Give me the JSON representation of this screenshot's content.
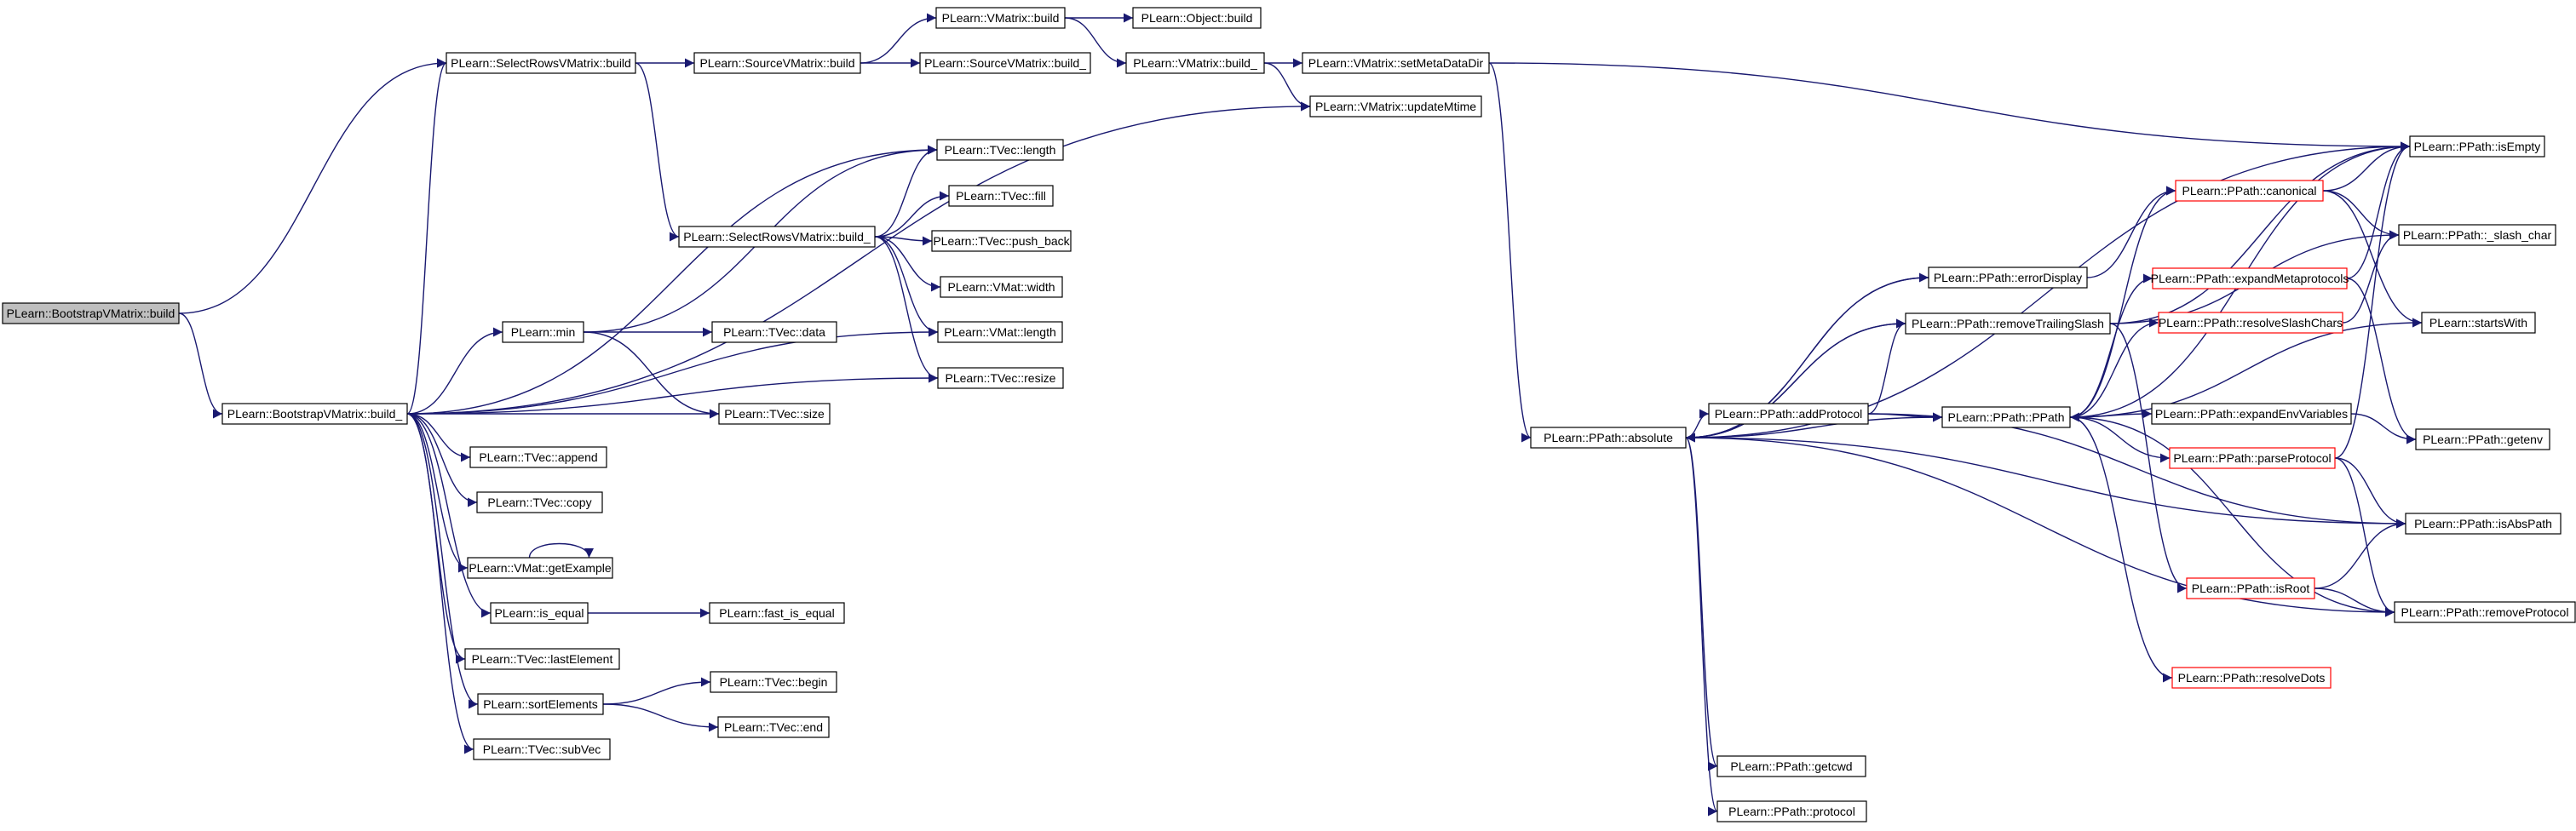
{
  "diagram": {
    "colors": {
      "edge": "#191970",
      "box_border": "#000000",
      "highlight_border": "#ff0000",
      "root_fill": "#bfbfbf",
      "box_fill": "#ffffff"
    },
    "nodes": [
      {
        "id": "root",
        "label": "PLearn::BootstrapVMatrix::build",
        "style": "root"
      },
      {
        "id": "bvm_build_",
        "label": "PLearn::BootstrapVMatrix::build_",
        "style": "normal"
      },
      {
        "id": "srvm_build",
        "label": "PLearn::SelectRowsVMatrix::build",
        "style": "normal"
      },
      {
        "id": "svm_build",
        "label": "PLearn::SourceVMatrix::build",
        "style": "normal"
      },
      {
        "id": "svm_build_",
        "label": "PLearn::SourceVMatrix::build_",
        "style": "normal"
      },
      {
        "id": "vm_build",
        "label": "PLearn::VMatrix::build",
        "style": "normal"
      },
      {
        "id": "obj_build",
        "label": "PLearn::Object::build",
        "style": "normal"
      },
      {
        "id": "vm_build_",
        "label": "PLearn::VMatrix::build_",
        "style": "normal"
      },
      {
        "id": "setmeta",
        "label": "PLearn::VMatrix::setMetaDataDir",
        "style": "normal"
      },
      {
        "id": "updmtime",
        "label": "PLearn::VMatrix::updateMtime",
        "style": "normal"
      },
      {
        "id": "tv_length",
        "label": "PLearn::TVec::length",
        "style": "normal"
      },
      {
        "id": "tv_fill",
        "label": "PLearn::TVec::fill",
        "style": "normal"
      },
      {
        "id": "srvm_build_",
        "label": "PLearn::SelectRowsVMatrix::build_",
        "style": "normal"
      },
      {
        "id": "tv_push",
        "label": "PLearn::TVec::push_back",
        "style": "normal"
      },
      {
        "id": "vmat_width",
        "label": "PLearn::VMat::width",
        "style": "normal"
      },
      {
        "id": "min",
        "label": "PLearn::min",
        "style": "normal"
      },
      {
        "id": "tv_data",
        "label": "PLearn::TVec::data",
        "style": "normal"
      },
      {
        "id": "vmat_length",
        "label": "PLearn::VMat::length",
        "style": "normal"
      },
      {
        "id": "tv_resize",
        "label": "PLearn::TVec::resize",
        "style": "normal"
      },
      {
        "id": "tv_size",
        "label": "PLearn::TVec::size",
        "style": "normal"
      },
      {
        "id": "tv_append",
        "label": "PLearn::TVec::append",
        "style": "normal"
      },
      {
        "id": "tv_copy",
        "label": "PLearn::TVec::copy",
        "style": "normal"
      },
      {
        "id": "getexample",
        "label": "PLearn::VMat::getExample",
        "style": "normal"
      },
      {
        "id": "is_equal",
        "label": "PLearn::is_equal",
        "style": "normal"
      },
      {
        "id": "fast_is_equal",
        "label": "PLearn::fast_is_equal",
        "style": "normal"
      },
      {
        "id": "tv_last",
        "label": "PLearn::TVec::lastElement",
        "style": "normal"
      },
      {
        "id": "sortel",
        "label": "PLearn::sortElements",
        "style": "normal"
      },
      {
        "id": "tv_begin",
        "label": "PLearn::TVec::begin",
        "style": "normal"
      },
      {
        "id": "tv_end",
        "label": "PLearn::TVec::end",
        "style": "normal"
      },
      {
        "id": "tv_subvec",
        "label": "PLearn::TVec::subVec",
        "style": "normal"
      },
      {
        "id": "pp_absolute",
        "label": "PLearn::PPath::absolute",
        "style": "normal"
      },
      {
        "id": "pp_errdisp",
        "label": "PLearn::PPath::errorDisplay",
        "style": "normal"
      },
      {
        "id": "pp_remtrail",
        "label": "PLearn::PPath::removeTrailingSlash",
        "style": "normal"
      },
      {
        "id": "pp_addproto",
        "label": "PLearn::PPath::addProtocol",
        "style": "normal"
      },
      {
        "id": "pp_ppath",
        "label": "PLearn::PPath::PPath",
        "style": "normal"
      },
      {
        "id": "pp_getcwd",
        "label": "PLearn::PPath::getcwd",
        "style": "normal"
      },
      {
        "id": "pp_protocol",
        "label": "PLearn::PPath::protocol",
        "style": "normal"
      },
      {
        "id": "pp_canonical",
        "label": "PLearn::PPath::canonical",
        "style": "highlight"
      },
      {
        "id": "pp_expmeta",
        "label": "PLearn::PPath::expandMetaprotocols",
        "style": "highlight"
      },
      {
        "id": "pp_resslash",
        "label": "PLearn::PPath::resolveSlashChars",
        "style": "highlight"
      },
      {
        "id": "pp_expenv",
        "label": "PLearn::PPath::expandEnvVariables",
        "style": "normal"
      },
      {
        "id": "pp_parseproto",
        "label": "PLearn::PPath::parseProtocol",
        "style": "highlight"
      },
      {
        "id": "pp_isroot",
        "label": "PLearn::PPath::isRoot",
        "style": "highlight"
      },
      {
        "id": "pp_resdots",
        "label": "PLearn::PPath::resolveDots",
        "style": "highlight"
      },
      {
        "id": "pp_isempty",
        "label": "PLearn::PPath::isEmpty",
        "style": "normal"
      },
      {
        "id": "pp_slashchar",
        "label": "PLearn::PPath::_slash_char",
        "style": "normal"
      },
      {
        "id": "startswith",
        "label": "PLearn::startsWith",
        "style": "normal"
      },
      {
        "id": "pp_getenv",
        "label": "PLearn::PPath::getenv",
        "style": "normal"
      },
      {
        "id": "pp_isabs",
        "label": "PLearn::PPath::isAbsPath",
        "style": "normal"
      },
      {
        "id": "pp_remproto",
        "label": "PLearn::PPath::removeProtocol",
        "style": "normal"
      }
    ],
    "edges": [
      [
        "root",
        "srvm_build"
      ],
      [
        "root",
        "bvm_build_"
      ],
      [
        "srvm_build",
        "svm_build"
      ],
      [
        "srvm_build",
        "srvm_build_"
      ],
      [
        "svm_build",
        "vm_build"
      ],
      [
        "svm_build",
        "svm_build_"
      ],
      [
        "vm_build",
        "obj_build"
      ],
      [
        "vm_build",
        "vm_build_"
      ],
      [
        "vm_build_",
        "setmeta"
      ],
      [
        "vm_build_",
        "updmtime"
      ],
      [
        "setmeta",
        "pp_isempty"
      ],
      [
        "setmeta",
        "pp_absolute"
      ],
      [
        "bvm_build_",
        "srvm_build"
      ],
      [
        "bvm_build_",
        "updmtime"
      ],
      [
        "bvm_build_",
        "tv_length"
      ],
      [
        "bvm_build_",
        "vmat_length"
      ],
      [
        "bvm_build_",
        "min"
      ],
      [
        "bvm_build_",
        "tv_resize"
      ],
      [
        "bvm_build_",
        "tv_size"
      ],
      [
        "bvm_build_",
        "tv_append"
      ],
      [
        "bvm_build_",
        "tv_copy"
      ],
      [
        "bvm_build_",
        "getexample"
      ],
      [
        "bvm_build_",
        "is_equal"
      ],
      [
        "bvm_build_",
        "tv_last"
      ],
      [
        "bvm_build_",
        "sortel"
      ],
      [
        "bvm_build_",
        "tv_subvec"
      ],
      [
        "srvm_build_",
        "tv_length"
      ],
      [
        "srvm_build_",
        "tv_fill"
      ],
      [
        "srvm_build_",
        "tv_push"
      ],
      [
        "srvm_build_",
        "vmat_width"
      ],
      [
        "srvm_build_",
        "vmat_length"
      ],
      [
        "srvm_build_",
        "tv_resize"
      ],
      [
        "min",
        "tv_length"
      ],
      [
        "min",
        "tv_data"
      ],
      [
        "min",
        "tv_size"
      ],
      [
        "getexample",
        "getexample"
      ],
      [
        "is_equal",
        "fast_is_equal"
      ],
      [
        "sortel",
        "tv_begin"
      ],
      [
        "sortel",
        "tv_end"
      ],
      [
        "pp_absolute",
        "pp_isempty"
      ],
      [
        "pp_absolute",
        "pp_errdisp"
      ],
      [
        "pp_absolute",
        "pp_remtrail"
      ],
      [
        "pp_absolute",
        "pp_addproto"
      ],
      [
        "pp_absolute",
        "pp_ppath"
      ],
      [
        "pp_absolute",
        "pp_isabs"
      ],
      [
        "pp_absolute",
        "pp_remproto"
      ],
      [
        "pp_absolute",
        "pp_getcwd"
      ],
      [
        "pp_absolute",
        "pp_protocol"
      ],
      [
        "pp_errdisp",
        "pp_absolute"
      ],
      [
        "pp_errdisp",
        "pp_canonical"
      ],
      [
        "pp_remtrail",
        "pp_absolute"
      ],
      [
        "pp_remtrail",
        "pp_isempty"
      ],
      [
        "pp_remtrail",
        "pp_slashchar"
      ],
      [
        "pp_remtrail",
        "pp_isroot"
      ],
      [
        "pp_addproto",
        "pp_remtrail"
      ],
      [
        "pp_addproto",
        "pp_ppath"
      ],
      [
        "pp_addproto",
        "pp_isabs"
      ],
      [
        "pp_ppath",
        "pp_canonical"
      ],
      [
        "pp_ppath",
        "pp_expmeta"
      ],
      [
        "pp_ppath",
        "pp_resslash"
      ],
      [
        "pp_ppath",
        "pp_expenv"
      ],
      [
        "pp_ppath",
        "pp_parseproto"
      ],
      [
        "pp_ppath",
        "pp_resdots"
      ],
      [
        "pp_ppath",
        "startswith"
      ],
      [
        "pp_ppath",
        "pp_isempty"
      ],
      [
        "pp_canonical",
        "pp_isempty"
      ],
      [
        "pp_canonical",
        "pp_slashchar"
      ],
      [
        "pp_canonical",
        "startswith"
      ],
      [
        "pp_expmeta",
        "pp_isempty"
      ],
      [
        "pp_expmeta",
        "pp_getenv"
      ],
      [
        "pp_resslash",
        "pp_slashchar"
      ],
      [
        "pp_expenv",
        "pp_getenv"
      ],
      [
        "pp_parseproto",
        "pp_isempty"
      ],
      [
        "pp_parseproto",
        "pp_isabs"
      ],
      [
        "pp_parseproto",
        "pp_remproto"
      ],
      [
        "pp_isroot",
        "pp_isabs"
      ],
      [
        "pp_isroot",
        "pp_remproto"
      ],
      [
        "pp_remproto",
        "pp_ppath"
      ]
    ]
  }
}
